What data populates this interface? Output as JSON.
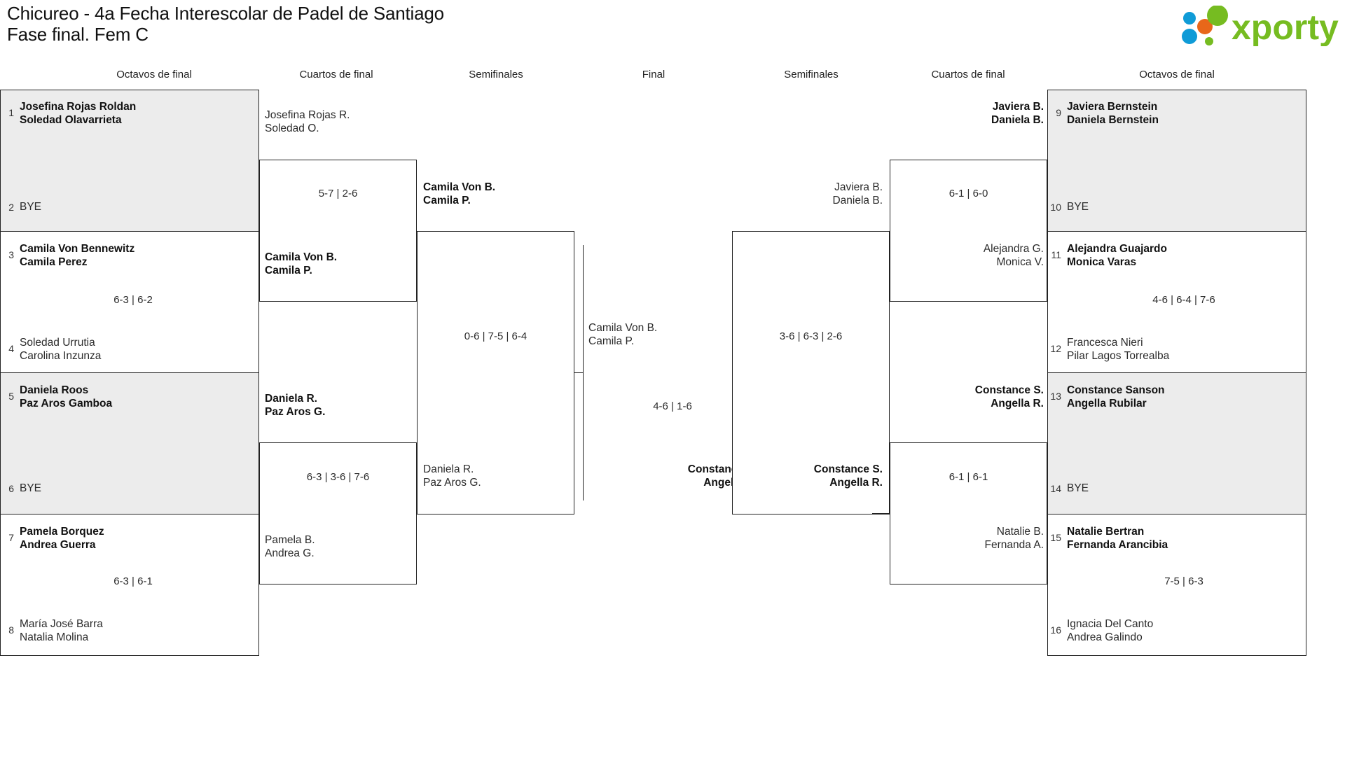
{
  "header": {
    "title_line1": "Chicureo - 4a Fecha Interescolar de Padel de Santiago",
    "title_line2": "Fase final. Fem C",
    "logo_text": "xporty",
    "logo_colors": {
      "green": "#76bc21",
      "blue": "#0f9bd7",
      "orange": "#e8671a"
    }
  },
  "round_headers": [
    {
      "label": "Octavos de final"
    },
    {
      "label": "Cuartos de final"
    },
    {
      "label": "Semifinales"
    },
    {
      "label": "Final"
    },
    {
      "label": "Semifinales"
    },
    {
      "label": "Cuartos de final"
    },
    {
      "label": "Octavos de final"
    }
  ],
  "bracket": {
    "left_r16": [
      {
        "shaded": true,
        "top": {
          "seed": "1",
          "line1": "Josefina Rojas Roldan",
          "line2": "Soledad Olavarrieta",
          "winner": true
        },
        "bottom": {
          "seed": "2",
          "line1": "BYE",
          "line2": "",
          "winner": false,
          "bye": true
        },
        "score": ""
      },
      {
        "shaded": false,
        "top": {
          "seed": "3",
          "line1": "Camila Von Bennewitz",
          "line2": "Camila Perez",
          "winner": true
        },
        "bottom": {
          "seed": "4",
          "line1": "Soledad Urrutia",
          "line2": "Carolina Inzunza",
          "winner": false
        },
        "score": "6-3 | 6-2"
      },
      {
        "shaded": true,
        "top": {
          "seed": "5",
          "line1": "Daniela Roos",
          "line2": "Paz Aros Gamboa",
          "winner": true
        },
        "bottom": {
          "seed": "6",
          "line1": "BYE",
          "line2": "",
          "winner": false,
          "bye": true
        },
        "score": ""
      },
      {
        "shaded": false,
        "top": {
          "seed": "7",
          "line1": "Pamela Borquez",
          "line2": "Andrea Guerra",
          "winner": true
        },
        "bottom": {
          "seed": "8",
          "line1": "María José Barra",
          "line2": "Natalia Molina",
          "winner": false
        },
        "score": "6-3 | 6-1"
      }
    ],
    "left_qf": [
      {
        "top": {
          "line1": "Josefina Rojas R.",
          "line2": "Soledad O.",
          "winner": false
        },
        "bottom": {
          "line1": "Camila Von B.",
          "line2": "Camila P.",
          "winner": true
        },
        "score": "5-7 | 2-6"
      },
      {
        "top": {
          "line1": "Daniela R.",
          "line2": "Paz Aros G.",
          "winner": true
        },
        "bottom": {
          "line1": "Pamela B.",
          "line2": "Andrea G.",
          "winner": false
        },
        "score": "6-3 | 3-6 | 7-6"
      }
    ],
    "left_sf": [
      {
        "top": {
          "line1": "Camila Von B.",
          "line2": "Camila P.",
          "winner": true
        },
        "bottom": {
          "line1": "Daniela R.",
          "line2": "Paz Aros G.",
          "winner": false
        },
        "score": "0-6 | 7-5 | 6-4"
      }
    ],
    "final": {
      "left": {
        "line1": "Camila Von B.",
        "line2": "Camila P.",
        "winner": false
      },
      "right": {
        "line1": "Constance S.",
        "line2": "Angella R.",
        "winner": true
      },
      "score": "4-6 | 1-6"
    },
    "right_sf": [
      {
        "top": {
          "line1": "Javiera B.",
          "line2": "Daniela B.",
          "winner": false
        },
        "bottom": {
          "line1": "Constance S.",
          "line2": "Angella R.",
          "winner": true
        },
        "score": "3-6 | 6-3 | 2-6"
      }
    ],
    "right_qf": [
      {
        "top": {
          "line1": "Javiera B.",
          "line2": "Daniela B.",
          "winner": true
        },
        "bottom": {
          "line1": "Alejandra G.",
          "line2": "Monica V.",
          "winner": false
        },
        "score": "6-1 | 6-0"
      },
      {
        "top": {
          "line1": "Constance S.",
          "line2": "Angella R.",
          "winner": true
        },
        "bottom": {
          "line1": "Natalie B.",
          "line2": "Fernanda A.",
          "winner": false
        },
        "score": "6-1 | 6-1"
      }
    ],
    "right_r16": [
      {
        "shaded": true,
        "top": {
          "seed": "9",
          "line1": "Javiera Bernstein",
          "line2": "Daniela Bernstein",
          "winner": true
        },
        "bottom": {
          "seed": "10",
          "line1": "BYE",
          "line2": "",
          "winner": false,
          "bye": true
        },
        "score": ""
      },
      {
        "shaded": false,
        "top": {
          "seed": "11",
          "line1": "Alejandra Guajardo",
          "line2": "Monica Varas",
          "winner": true
        },
        "bottom": {
          "seed": "12",
          "line1": "Francesca Nieri",
          "line2": "Pilar Lagos Torrealba",
          "winner": false
        },
        "score": "4-6 | 6-4 | 7-6"
      },
      {
        "shaded": true,
        "top": {
          "seed": "13",
          "line1": "Constance Sanson",
          "line2": "Angella Rubilar",
          "winner": true
        },
        "bottom": {
          "seed": "14",
          "line1": "BYE",
          "line2": "",
          "winner": false,
          "bye": true
        },
        "score": ""
      },
      {
        "shaded": false,
        "top": {
          "seed": "15",
          "line1": "Natalie Bertran",
          "line2": "Fernanda Arancibia",
          "winner": true
        },
        "bottom": {
          "seed": "16",
          "line1": "Ignacia Del Canto",
          "line2": "Andrea Galindo",
          "winner": false
        },
        "score": "7-5 | 6-3"
      }
    ]
  }
}
